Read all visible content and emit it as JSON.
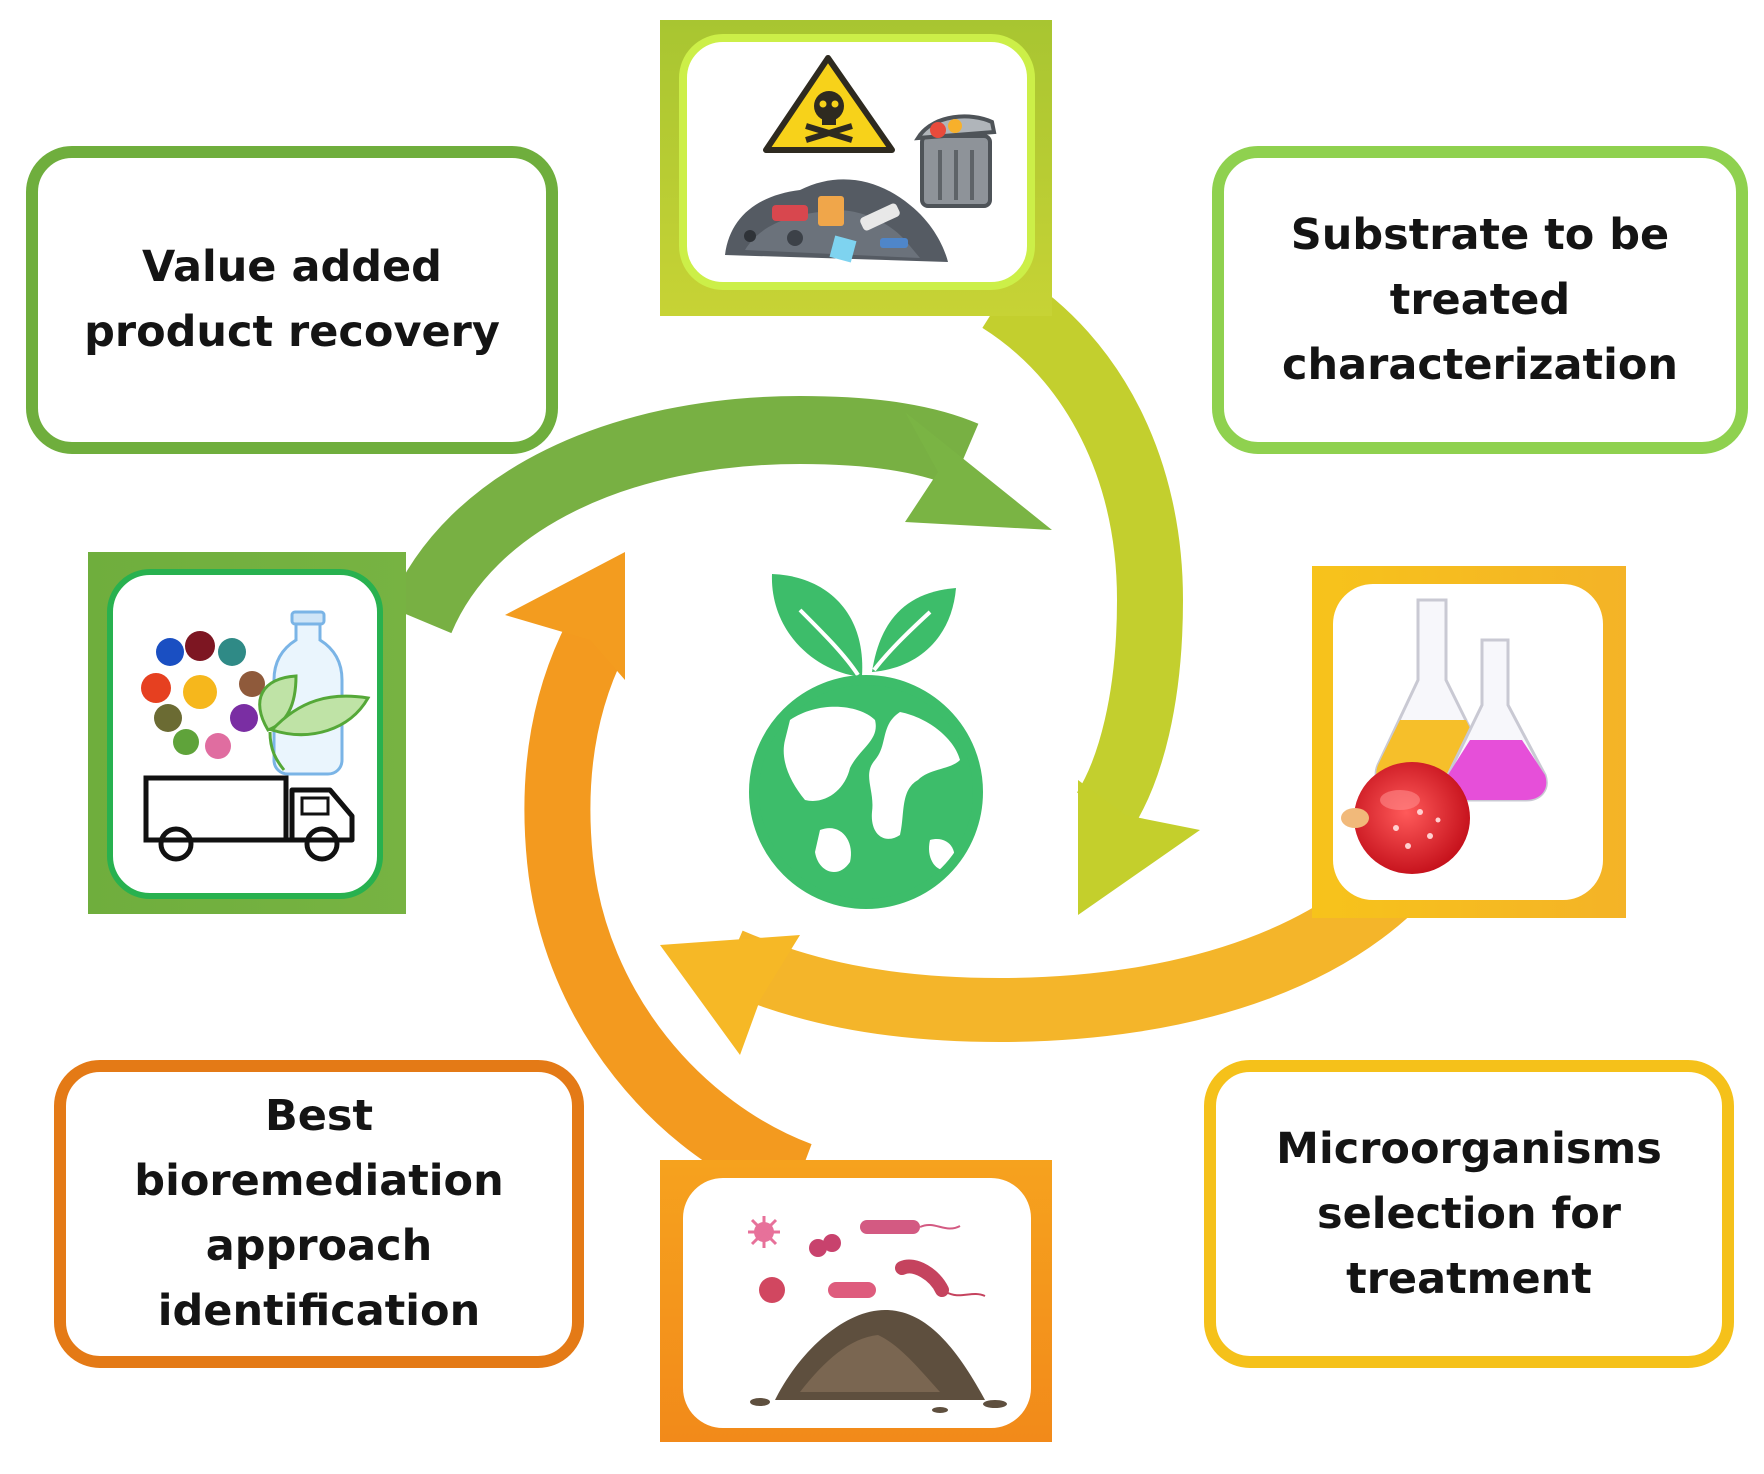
{
  "steps": {
    "value_added": "Value added\nproduct recovery",
    "substrate": "Substrate to be\ntreated\ncharacterization",
    "microorganisms": "Microorganisms\nselection for\ntreatment",
    "bioremediation": "Best\nbioremediation\napproach\nidentification"
  },
  "colors": {
    "green_dark": "#6fae3d",
    "green_light": "#8fd14f",
    "yellow_green": "#b7c92a",
    "yellow": "#f5c11a",
    "orange": "#f29a1c",
    "orange_dark": "#e47a16",
    "earth_green": "#3dbd6a"
  },
  "icons": [
    "hazardous-waste-icon",
    "lab-flasks-culture-icon",
    "soil-microbes-icon",
    "recovered-products-truck-icon",
    "earth-sprout-icon"
  ]
}
